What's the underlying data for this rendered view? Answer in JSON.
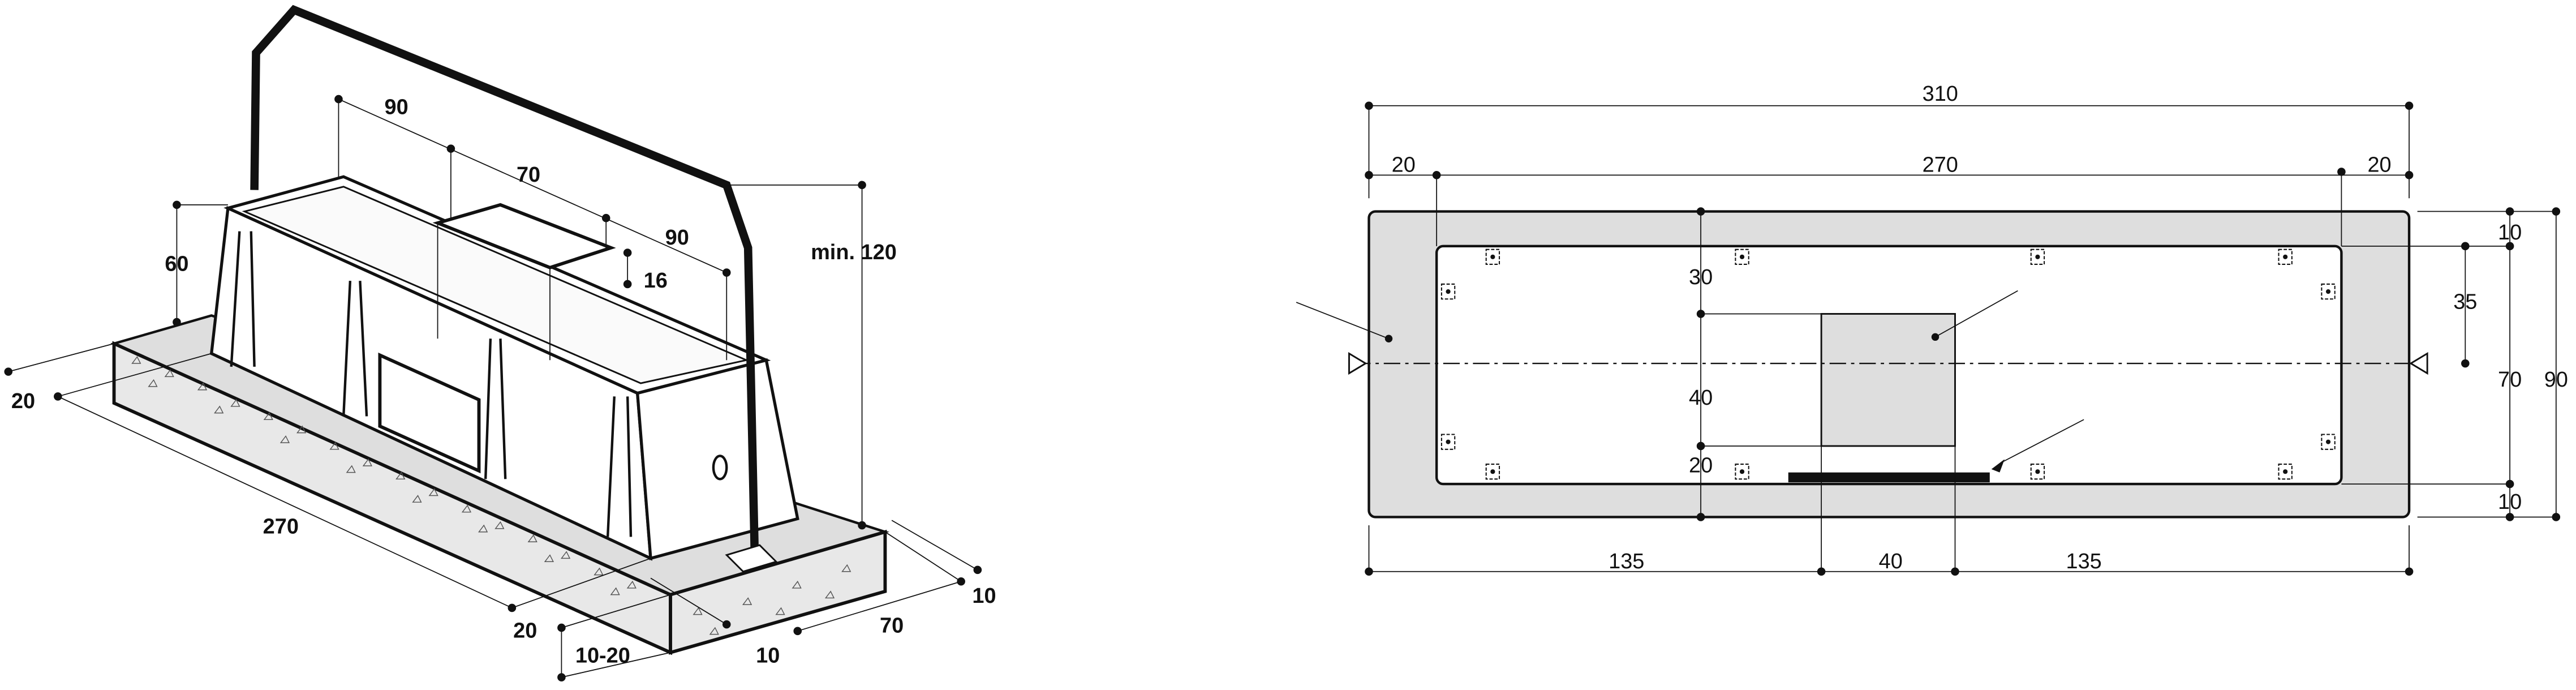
{
  "colors": {
    "line": "#111111",
    "fill_grey": "#dedede",
    "background": "#ffffff"
  },
  "isometric_view": {
    "dimensions": {
      "lid_left": "90",
      "lid_width": "70",
      "lid_right": "90",
      "lid_height": "16",
      "trough_height": "60",
      "bar_height": "min. 120",
      "base_margin_left": "20",
      "trough_length": "270",
      "base_margin_front": "20",
      "base_thickness": "10-20",
      "base_margin_side": "10",
      "trough_width": "70",
      "base_margin_back": "10"
    }
  },
  "plan_view": {
    "dimensions": {
      "total_length": "310",
      "margin_left": "20",
      "inner_length": "270",
      "margin_right": "20",
      "top_offset": "30",
      "box_depth": "40",
      "bottom_offset": "20",
      "half_width": "35",
      "inner_width": "70",
      "total_width": "90",
      "margin_top": "10",
      "margin_bottom": "10",
      "left_span": "135",
      "box_width": "40",
      "right_span": "135"
    }
  }
}
